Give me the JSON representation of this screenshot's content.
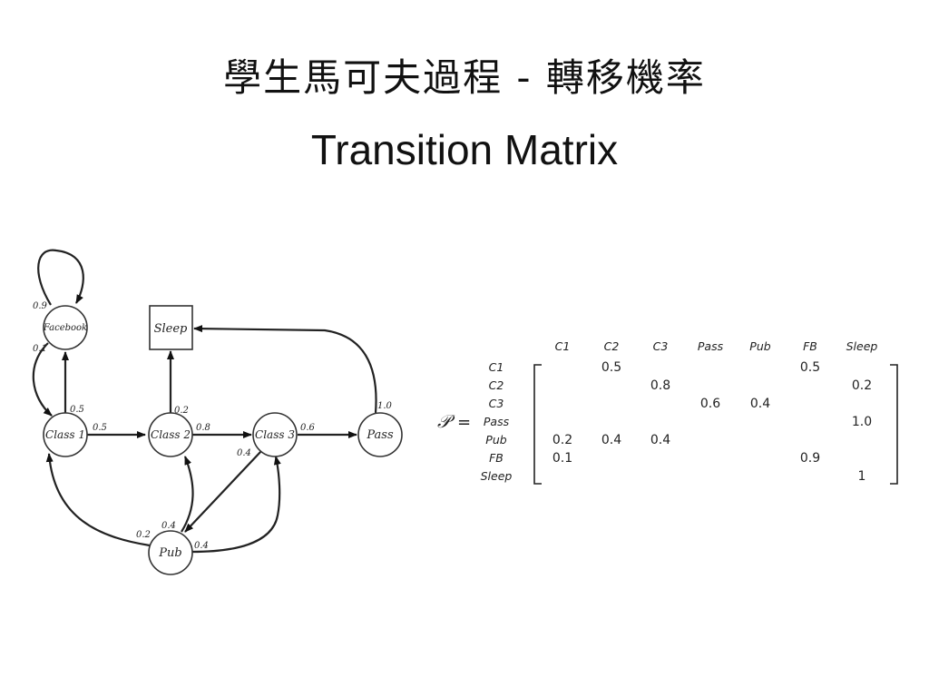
{
  "title": {
    "line1": "學生馬可夫過程 - 轉移機率",
    "line2": "Transition Matrix"
  },
  "graph": {
    "nodes": {
      "facebook": "Facebook",
      "sleep": "Sleep",
      "class1": "Class 1",
      "class2": "Class 2",
      "class3": "Class 3",
      "pass": "Pass",
      "pub": "Pub"
    },
    "edges": [
      {
        "from": "Facebook",
        "to": "Facebook",
        "p": "0.9"
      },
      {
        "from": "Facebook",
        "to": "Class 1",
        "p": "0.1"
      },
      {
        "from": "Class 1",
        "to": "Facebook",
        "p": "0.5"
      },
      {
        "from": "Class 1",
        "to": "Class 2",
        "p": "0.5"
      },
      {
        "from": "Class 2",
        "to": "Sleep",
        "p": "0.2"
      },
      {
        "from": "Class 2",
        "to": "Class 3",
        "p": "0.8"
      },
      {
        "from": "Class 3",
        "to": "Pass",
        "p": "0.6"
      },
      {
        "from": "Class 3",
        "to": "Pub",
        "p": "0.4"
      },
      {
        "from": "Pass",
        "to": "Sleep",
        "p": "1.0"
      },
      {
        "from": "Pub",
        "to": "Class 1",
        "p": "0.2"
      },
      {
        "from": "Pub",
        "to": "Class 2",
        "p": "0.4"
      },
      {
        "from": "Pub",
        "to": "Class 3",
        "p": "0.4"
      }
    ]
  },
  "matrix": {
    "symbol": "𝒫",
    "equals": "=",
    "col_headers": [
      "C1",
      "C2",
      "C3",
      "Pass",
      "Pub",
      "FB",
      "Sleep"
    ],
    "row_headers": [
      "C1",
      "C2",
      "C3",
      "Pass",
      "Pub",
      "FB",
      "Sleep"
    ],
    "rows": [
      [
        "",
        "0.5",
        "",
        "",
        "",
        "0.5",
        ""
      ],
      [
        "",
        "",
        "0.8",
        "",
        "",
        "",
        "0.2"
      ],
      [
        "",
        "",
        "",
        "0.6",
        "0.4",
        "",
        ""
      ],
      [
        "",
        "",
        "",
        "",
        "",
        "",
        "1.0"
      ],
      [
        "0.2",
        "0.4",
        "0.4",
        "",
        "",
        "",
        ""
      ],
      [
        "0.1",
        "",
        "",
        "",
        "",
        "0.9",
        ""
      ],
      [
        "",
        "",
        "",
        "",
        "",
        "",
        "1"
      ]
    ]
  }
}
